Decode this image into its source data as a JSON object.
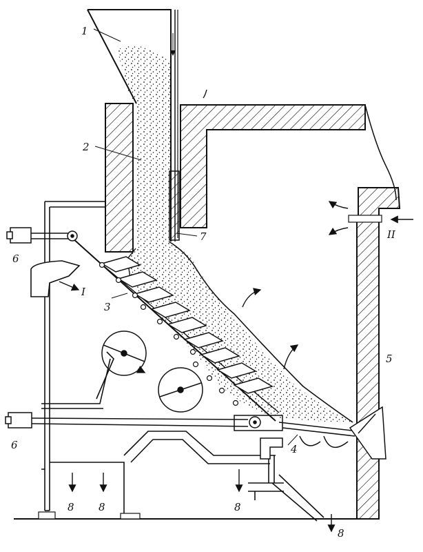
{
  "callouts": {
    "hopper": "1",
    "fuel_layer": "2",
    "grate": "3",
    "ash_part": "4",
    "furnace": "5",
    "drive_left_upper": "6",
    "drive_left_lower": "6",
    "gate": "7",
    "ash_outlet_1": "8",
    "ash_outlet_2": "8",
    "ash_outlet_3": "8",
    "ash_outlet_4": "8",
    "air_primary": "I",
    "air_secondary": "II"
  },
  "colors": {
    "line": "#111111",
    "background": "#ffffff"
  }
}
